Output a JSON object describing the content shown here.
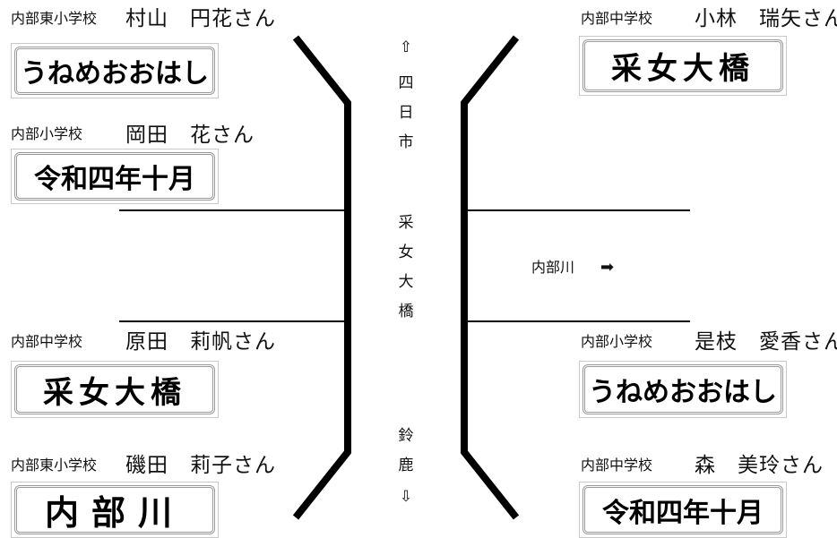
{
  "entries": [
    {
      "school": "内部東小学校",
      "name": "村山　円花さん",
      "plate": "うねめおおはし"
    },
    {
      "school": "内部小学校",
      "name": "岡田　花さん",
      "plate": "令和四年十月"
    },
    {
      "school": "内部中学校",
      "name": "原田　莉帆さん",
      "plate": "采女大橋"
    },
    {
      "school": "内部東小学校",
      "name": "磯田　莉子さん",
      "plate": "内部川"
    },
    {
      "school": "内部中学校",
      "name": "小林　瑞矢さん",
      "plate": "采女大橋"
    },
    {
      "school": "内部小学校",
      "name": "是枝　愛香さん",
      "plate": "うねめおおはし"
    },
    {
      "school": "内部中学校",
      "name": "森　美玲さん",
      "plate": "令和四年十月"
    }
  ],
  "center": {
    "up_arrow": "⇧",
    "yokkaichi": [
      "四",
      "日",
      "市"
    ],
    "bridge": [
      "采",
      "女",
      "大",
      "橋"
    ],
    "suzuka": [
      "鈴",
      "鹿"
    ],
    "down_arrow": "⇩"
  },
  "river": {
    "label": "内部川",
    "arrow": "➡"
  }
}
